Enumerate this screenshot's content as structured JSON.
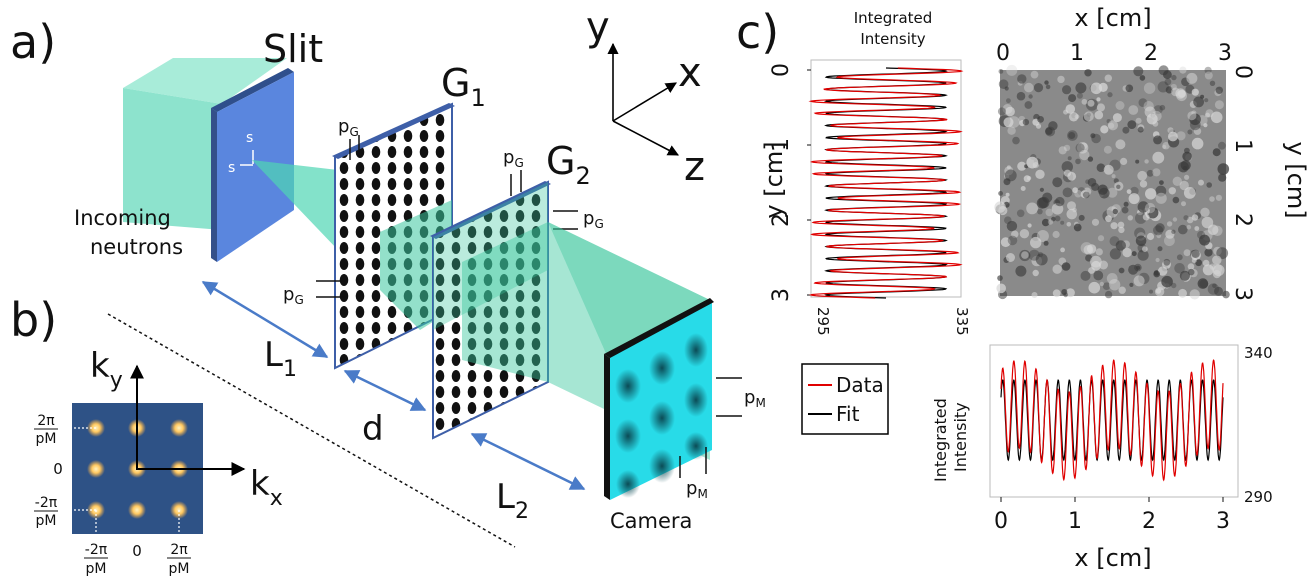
{
  "panel_labels": {
    "a": "a)",
    "b": "b)",
    "c": "c)"
  },
  "setup": {
    "slit_title": "Slit",
    "slit_s_upper": "s",
    "slit_s_lower": "s",
    "incoming_line1": "Incoming",
    "incoming_line2": "neutrons",
    "g1": "G",
    "g1_sub": "1",
    "g2": "G",
    "g2_sub": "2",
    "pg": "p",
    "pg_sub": "G",
    "pm": "p",
    "pm_sub": "M",
    "l1": "L",
    "l1_sub": "1",
    "l2": "L",
    "l2_sub": "2",
    "d": "d",
    "camera": "Camera",
    "axis_y": "y",
    "axis_x": "x",
    "axis_z": "z"
  },
  "kspace": {
    "ky": "k",
    "ky_sub": "y",
    "kx": "k",
    "kx_sub": "x",
    "row_labels": [
      {
        "num": "2π",
        "den": "pM"
      },
      {
        "num": "0",
        "den": ""
      },
      {
        "num": "-2π",
        "den": "pM"
      }
    ],
    "col_labels": [
      {
        "num": "-2π",
        "den": "pM"
      },
      {
        "num": "0",
        "den": ""
      },
      {
        "num": "2π",
        "den": "pM"
      }
    ]
  },
  "panel_c": {
    "left_title_line1": "Integrated",
    "left_title_line2": "Intensity",
    "left_ylabel": "y [cm]",
    "left_yticks": [
      "0",
      "1",
      "2",
      "3"
    ],
    "left_xticks": [
      "295",
      "335"
    ],
    "image_xlabel": "x [cm]",
    "image_xticks": [
      "0",
      "1",
      "2",
      "3"
    ],
    "image_ylabel": "y [cm]",
    "image_yticks": [
      "0",
      "1",
      "2",
      "3"
    ],
    "legend": [
      {
        "label": "Data",
        "color": "#e00000"
      },
      {
        "label": "Fit",
        "color": "#000000"
      }
    ],
    "bottom_ylabel_line1": "Integrated",
    "bottom_ylabel_line2": "Intensity",
    "bottom_yticks": [
      "340",
      "290"
    ],
    "bottom_xticks": [
      "0",
      "1",
      "2",
      "3"
    ],
    "bottom_xlabel": "x [cm]"
  },
  "colors": {
    "beam": "#7fe0c4",
    "slit": "#4f7fd9",
    "grating_frame": "#3e5fa8",
    "kspace_bg": "#2b4a7a",
    "kspace_spot": "#ffcf70",
    "camera_fill": "#22d8e6",
    "arrow": "#4a7bc8",
    "data": "#e00000",
    "fit": "#000000"
  }
}
